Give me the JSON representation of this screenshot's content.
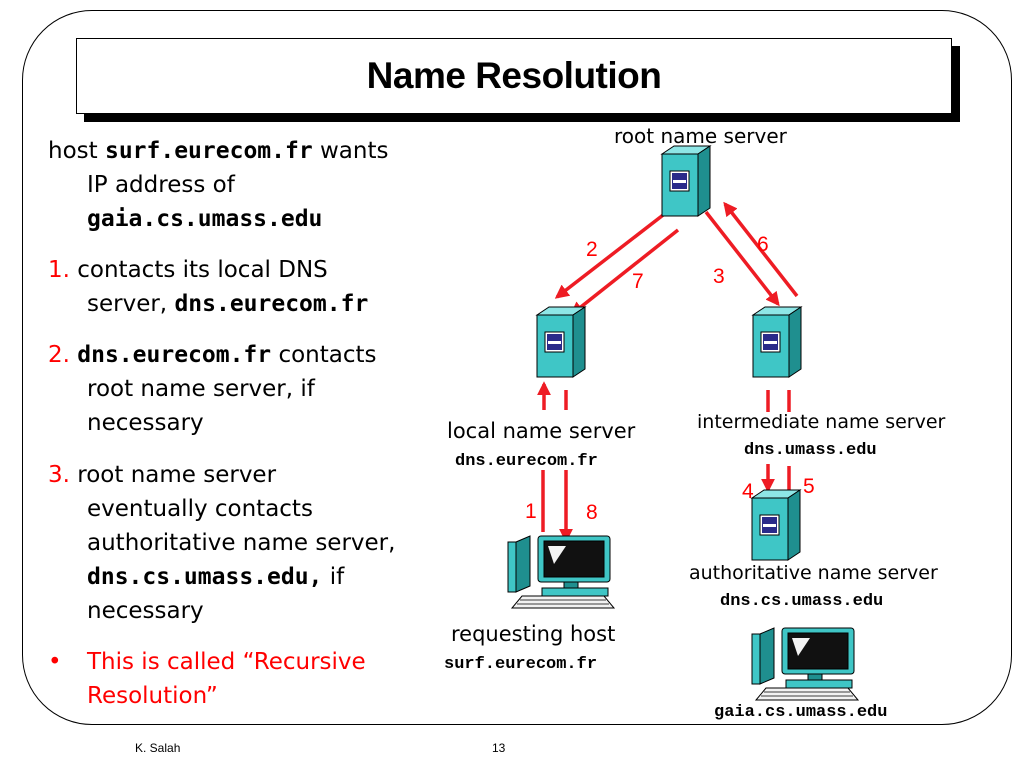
{
  "title": "Name Resolution",
  "text": {
    "b0": {
      "p1": "host ",
      "p2": "surf.eurecom.fr",
      "p3": " wants",
      "l2": "IP address of",
      "l3": "gaia.cs.umass.edu"
    },
    "b1": {
      "num": "1.",
      "p1": " contacts its local DNS",
      "l2a": "server, ",
      "l2b": "dns.eurecom.fr"
    },
    "b2": {
      "num": "2.",
      "p1": "dns.eurecom.fr",
      "p2": " contacts",
      "l2": "root name server, if",
      "l3": "necessary"
    },
    "b3": {
      "num": "3.",
      "p1": " root name server",
      "l2": "eventually contacts",
      "l3": "authoritative name server,",
      "l4a": "dns.cs.umass.edu,",
      "l4b": " if",
      "l5": "necessary"
    },
    "b4": {
      "bullet": "•",
      "l1": "This is called “Recursive",
      "l2": "Resolution”"
    }
  },
  "servers": {
    "root": {
      "label": "root name server"
    },
    "local": {
      "label": "local name server",
      "host": "dns.eurecom.fr"
    },
    "intermediate": {
      "label": "intermediate name server",
      "host": "dns.umass.edu"
    },
    "authoritative": {
      "label": "authoritative name server",
      "host": "dns.cs.umass.edu"
    },
    "requesting": {
      "label": "requesting host",
      "host": "surf.eurecom.fr"
    },
    "target": {
      "host": "gaia.cs.umass.edu"
    }
  },
  "steps": [
    "1",
    "2",
    "3",
    "4",
    "5",
    "6",
    "7",
    "8"
  ],
  "footer": {
    "author": "K. Salah",
    "page": "13"
  },
  "colors": {
    "arrow": "#ee1c24",
    "server_front": "#3fc6c6",
    "server_side": "#1f8f8f",
    "server_top": "#8ee6e6",
    "accent": "#ff0000"
  }
}
